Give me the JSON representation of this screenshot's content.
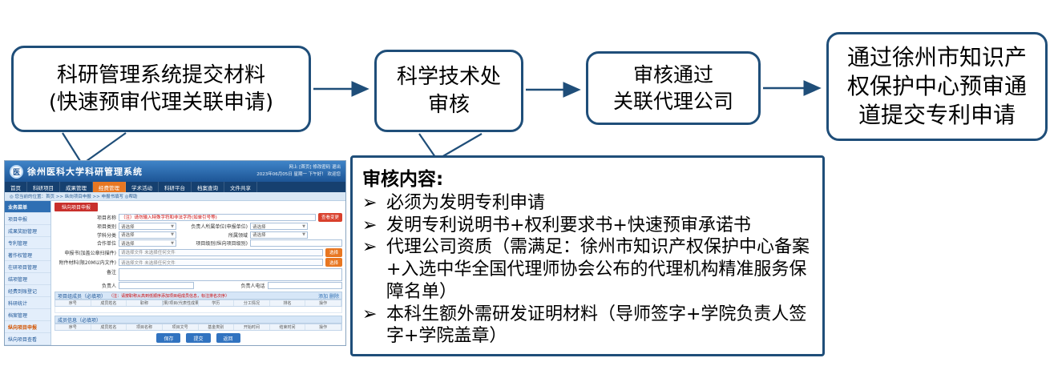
{
  "flow": {
    "boxes": [
      {
        "line1": "科研管理系统提交材料",
        "line2": "(快速预审代理关联申请)"
      },
      {
        "line1": "科学技术处",
        "line2": "审核"
      },
      {
        "line1": "审核通过",
        "line2": "关联代理公司"
      },
      {
        "text": "通过徐州市知识产权保护中心预审通道提交专利申请"
      }
    ]
  },
  "review": {
    "title": "审核内容:",
    "marker": "➢",
    "items": [
      "必须为发明专利申请",
      "发明专利说明书+权利要求书+快速预审承诺书",
      "代理公司资质（需满足：徐州市知识产权保护中心备案+入选中华全国代理师协会公布的代理机构精准服务保障名单）",
      "本科生额外需研发证明材料（导师签字+学院负责人签字+学院盖章）"
    ]
  },
  "screenshot": {
    "header": {
      "logo_glyph": "医",
      "title": "徐州医科大学科研管理系统",
      "links": "网上 [首页]  修改密码 退出",
      "welcome": "2023年06月05日 星期一 下午好！ 欢迎您"
    },
    "nav": {
      "items": [
        "首页",
        "科研项目",
        "成果管理",
        "经费管理",
        "学术活动",
        "科研平台",
        "档案查询",
        "文件共享"
      ]
    },
    "subnav": "◎ 您当前的位置：首页 >> 纵向项目申报 >> 申报书填写    ◎帮助",
    "sidebar": {
      "items": [
        "业务菜单",
        "项目申报",
        "成果奖励管理",
        "专利管理",
        "著作权管理",
        "在研项目管理",
        "结项管理",
        "经费到账登记",
        "科研统计",
        "档案管理",
        "纵向项目申报",
        "纵向项目查看"
      ]
    },
    "main": {
      "tab": "纵向项目申报",
      "rows": [
        {
          "l1": "项目名称",
          "note": "（注）请勿输入特殊字符和非法字符(如单引号等)",
          "btn": "查看变更"
        },
        {
          "l1": "项目类别",
          "v1": "请选择",
          "l2": "负责人所属单位(申报单位)",
          "v2": "请选择"
        },
        {
          "l1": "学科分类",
          "v1": "请选择",
          "l2": "所属领域",
          "v2": "请选择"
        },
        {
          "l1": "合作单位",
          "v1": "请选择",
          "l2": "项目级别(纵向项目级别)",
          "v2": ""
        },
        {
          "l1": "申报书(加盖公章扫描件)",
          "v1": "请选择文件 未选择任何文件",
          "btn": "选择"
        },
        {
          "l1": "附件材料(限20M以内文件)",
          "v1": "请选择文件 未选择任何文件",
          "btn": "选择"
        },
        {
          "l1": "备注"
        },
        {
          "l1": "负责人",
          "l2": "负责人电话"
        }
      ],
      "member_title": "项目组成员（必填项）",
      "member_note": "（注：请按职称从高到低顺序添加项目组成员信息，标注排名次序）",
      "member_links": "添加  删除",
      "table_headers": [
        "序号",
        "成员姓名",
        "职称",
        "成果/项目(代表性成果)",
        "学历",
        "分工情况",
        "排名",
        "操作"
      ],
      "section2": "成员信息（必填项）",
      "table2_headers": [
        "序号",
        "成员姓名",
        "项目名称",
        "项目文号",
        "基金类别",
        "开始时间",
        "结束时间",
        "操作"
      ],
      "buttons": [
        "保存",
        "提交",
        "返回"
      ]
    }
  }
}
